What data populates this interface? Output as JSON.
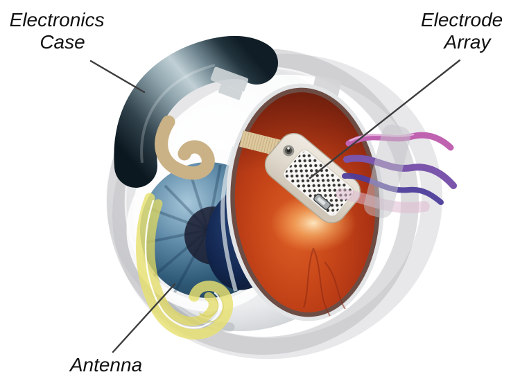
{
  "figure": {
    "type": "medical-illustration",
    "subject": "Retinal prosthesis implant on a cutaway human eye",
    "labels": {
      "electronics_case": {
        "line1": "Electronics",
        "line2": "Case"
      },
      "electrode_array": {
        "line1": "Electrode",
        "line2": "Array"
      },
      "antenna": {
        "text": "Antenna"
      }
    },
    "parts": [
      {
        "name": "electronics-case",
        "color": "#8ea4ad"
      },
      {
        "name": "electrode-array",
        "color": "#e9e4db"
      },
      {
        "name": "antenna-coil",
        "color": "#e8e070"
      },
      {
        "name": "scleral-band",
        "color": "#bdbdc1"
      },
      {
        "name": "ribbon-cable",
        "color": "#dfcaa0"
      },
      {
        "name": "retina-interior",
        "color": "#b83418"
      },
      {
        "name": "iris",
        "color": "#33618a"
      },
      {
        "name": "lens",
        "color": "#14284e"
      },
      {
        "name": "blood-vessels",
        "color": "#7a55ab"
      }
    ],
    "leader_line_color": "#3c3c3c",
    "text_color": "#111111",
    "background": "#ffffff"
  }
}
